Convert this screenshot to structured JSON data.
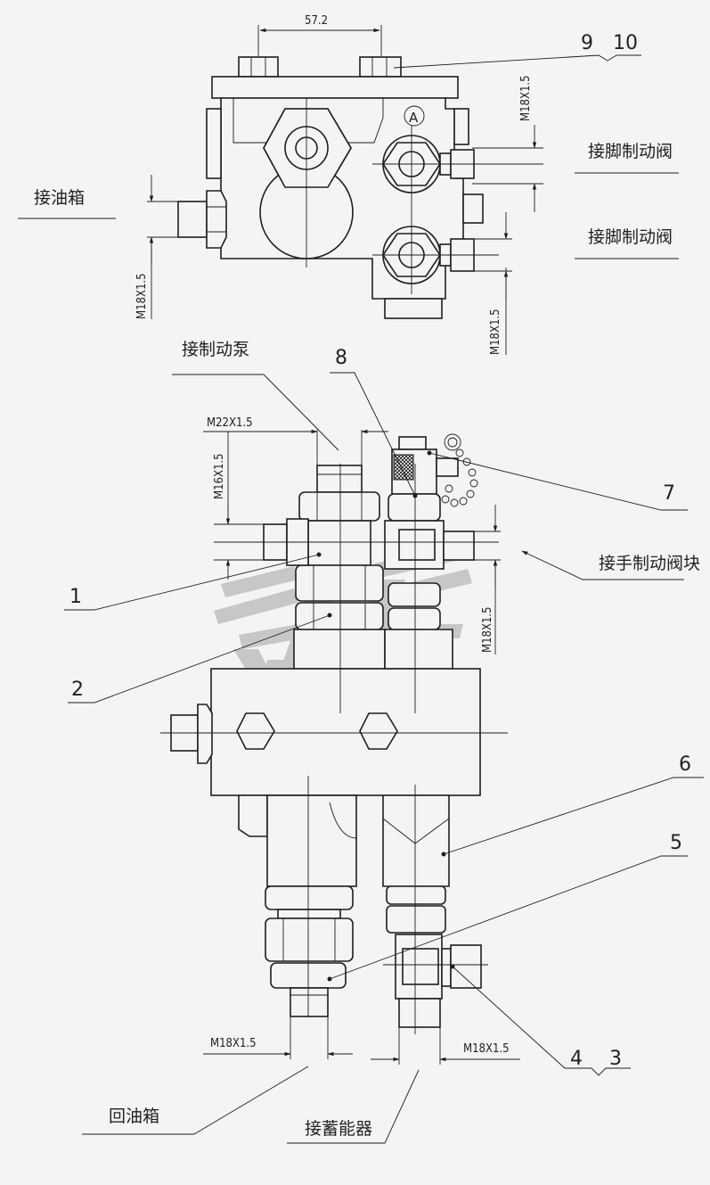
{
  "dimensions": {
    "top_width": "57.2",
    "foot_valve_port_top": "M18X1.5",
    "foot_valve_port_bottom": "M18X1.5",
    "tank_port_left": "M18X1.5",
    "pump_port": "M22X1.5",
    "side_port": "M16X1.5",
    "hand_valve_port": "M18X1.5",
    "return_port": "M18X1.5",
    "accumulator_port": "M18X1.5"
  },
  "callouts": {
    "c1": "1",
    "c2": "2",
    "c3": "3",
    "c4": "4",
    "c5": "5",
    "c6": "6",
    "c7": "7",
    "c8": "8",
    "c9": "9",
    "c10": "10"
  },
  "port_labels": {
    "to_tank": "接油箱",
    "to_foot_valve_1": "接脚制动阀",
    "to_foot_valve_2": "接脚制动阀",
    "to_brake_pump": "接制动泵",
    "to_hand_valve_block": "接手制动阀块",
    "return_to_tank": "回油箱",
    "to_accumulator": "接蓄能器"
  },
  "markers": {
    "view_a": "A"
  },
  "colors": {
    "line": "#1e1e1e",
    "background": "#f4f4f4",
    "watermark": "#b8b8b8"
  }
}
